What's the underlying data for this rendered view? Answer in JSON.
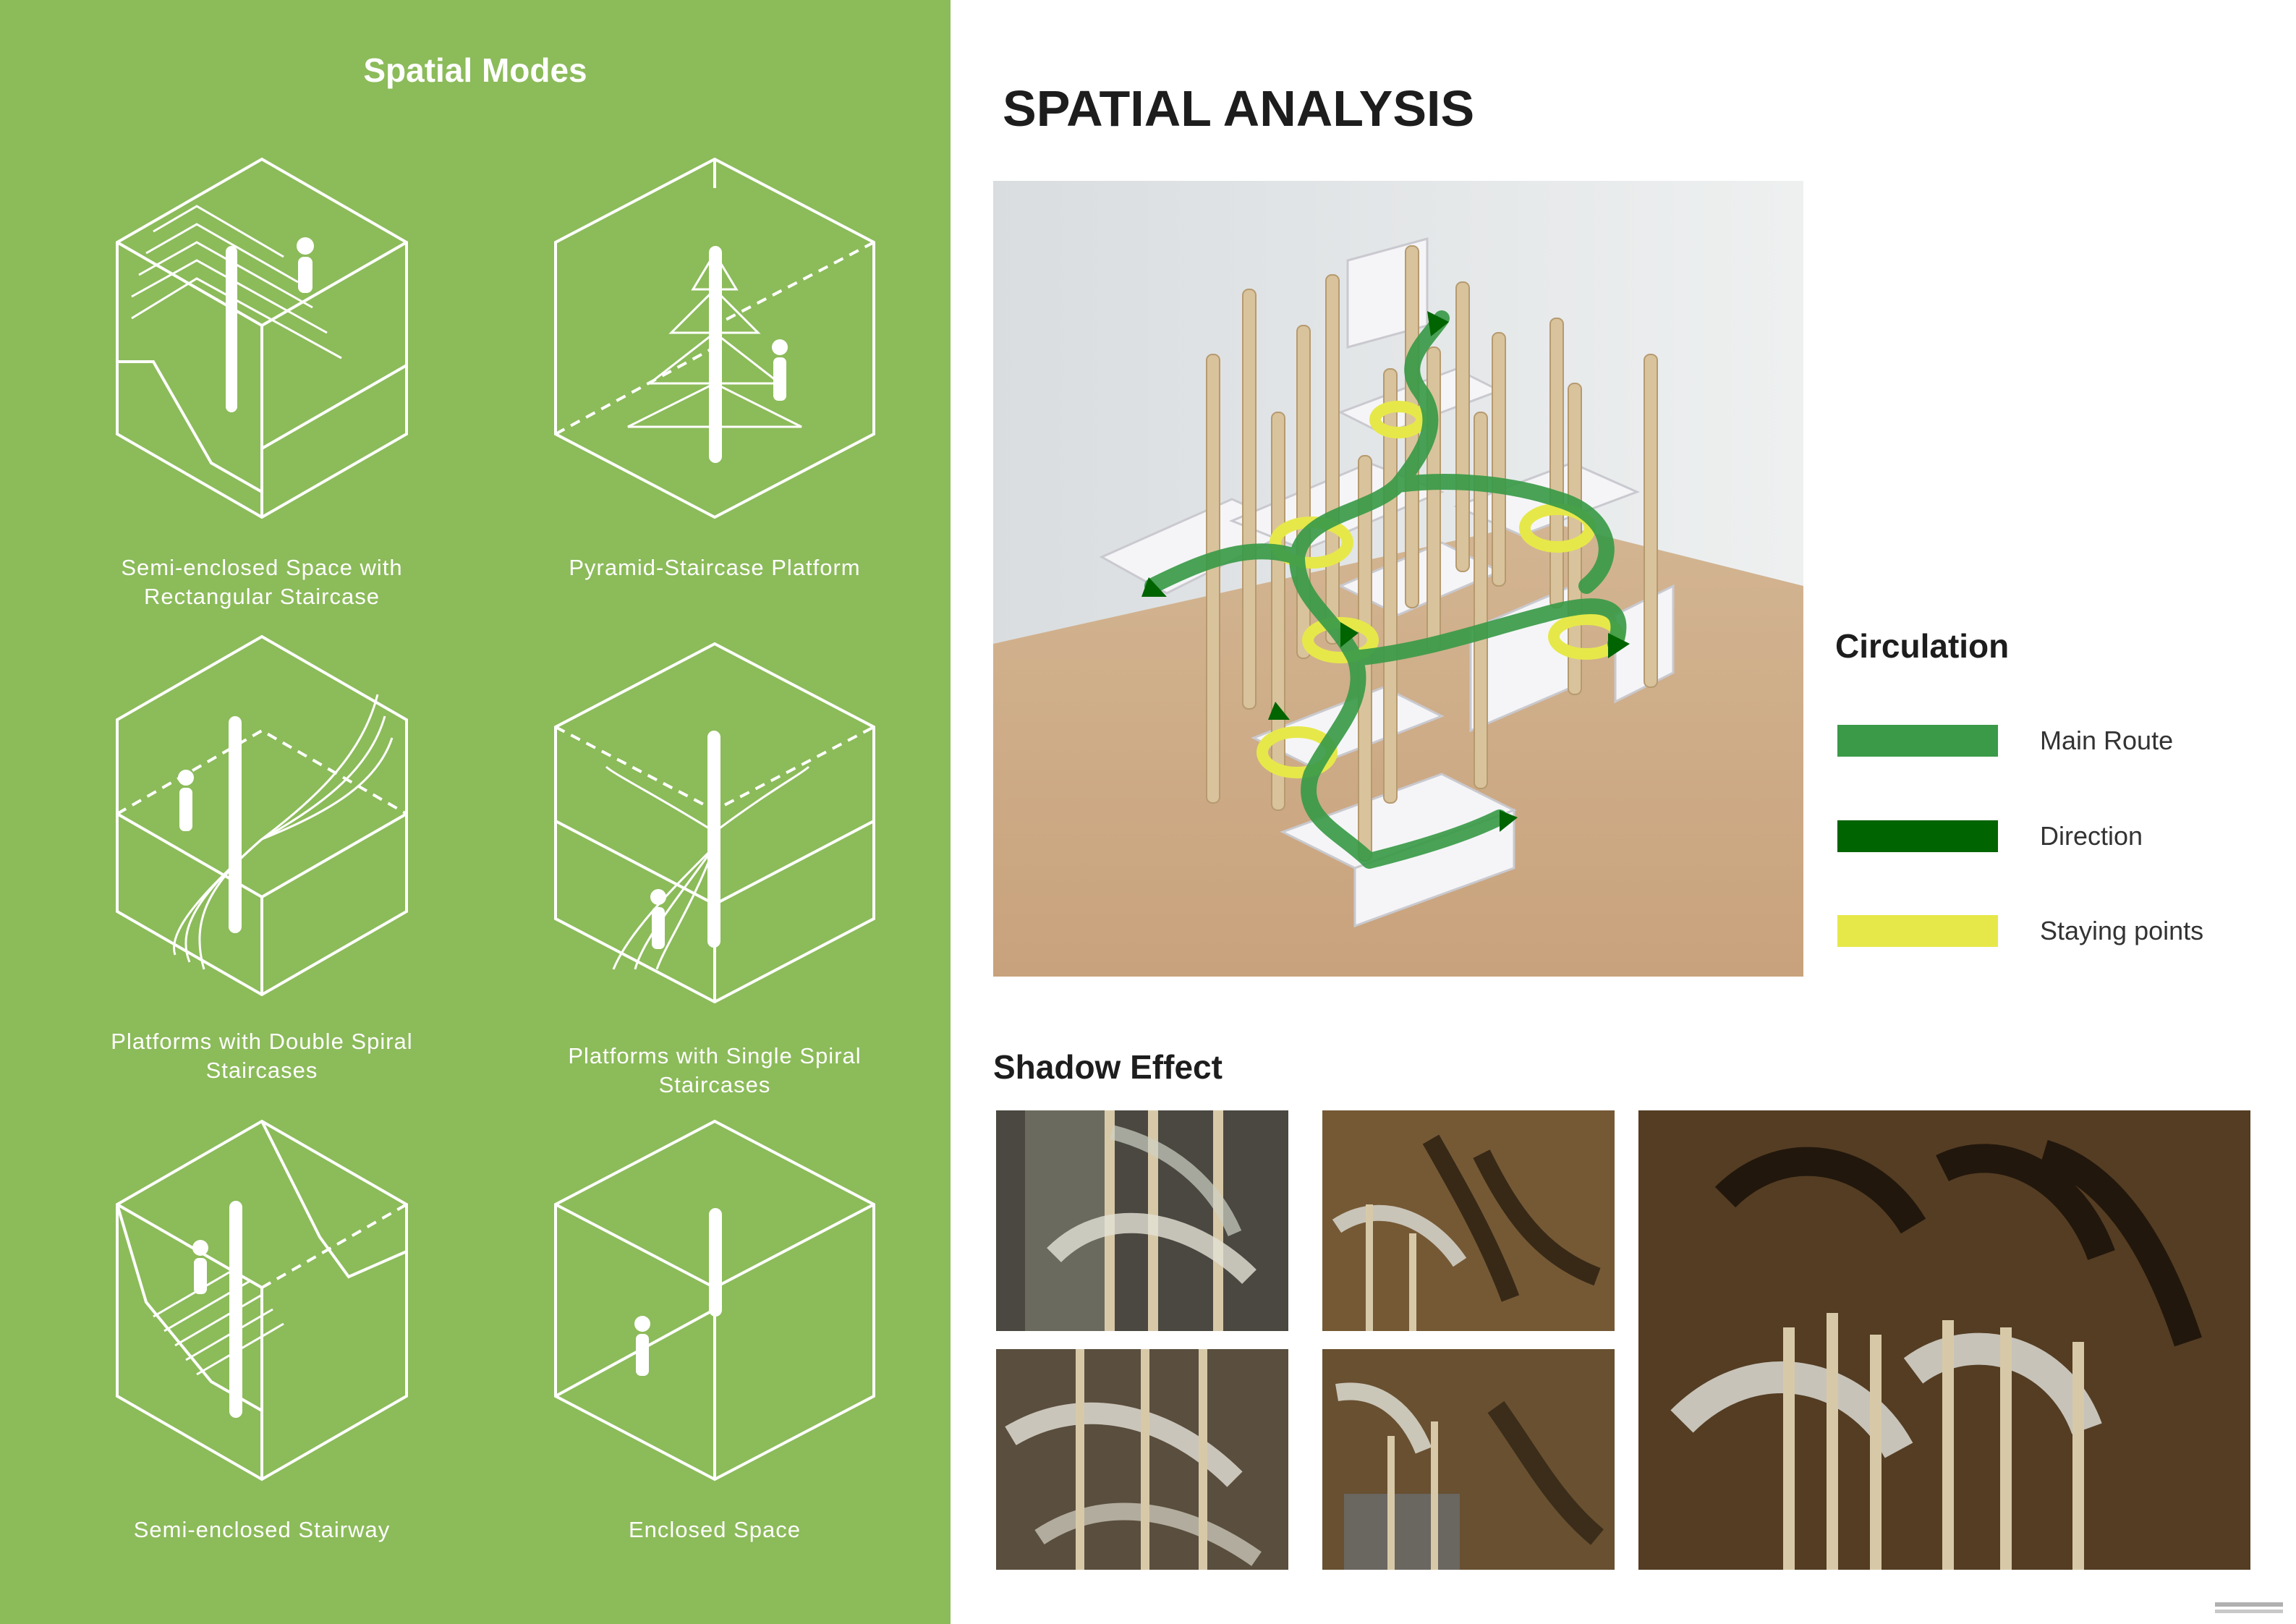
{
  "left_panel": {
    "title": "Spatial Modes",
    "modes": [
      {
        "caption_line1": "Semi-enclosed Space with",
        "caption_line2": "Rectangular Staircase",
        "icon": "rectangular-staircase-cube-icon"
      },
      {
        "caption_line1": "Pyramid-Staircase Platform",
        "caption_line2": "",
        "icon": "pyramid-staircase-cube-icon"
      },
      {
        "caption_line1": "Platforms with Double Spiral",
        "caption_line2": "Staircases",
        "icon": "double-spiral-cube-icon"
      },
      {
        "caption_line1": "Platforms with Single Spiral",
        "caption_line2": "Staircases",
        "icon": "single-spiral-cube-icon"
      },
      {
        "caption_line1": "Semi-enclosed Stairway",
        "caption_line2": "",
        "icon": "stairway-cube-icon"
      },
      {
        "caption_line1": "Enclosed Space",
        "caption_line2": "",
        "icon": "enclosed-cube-icon"
      }
    ]
  },
  "main_title": "SPATIAL ANALYSIS",
  "circulation": {
    "title": "Circulation",
    "legend": [
      {
        "label": "Main Route",
        "color": "#3a9a48"
      },
      {
        "label": "Direction",
        "color": "#006400"
      },
      {
        "label": "Staying points",
        "color": "#e6e84a"
      }
    ]
  },
  "shadow": {
    "title": "Shadow Effect"
  },
  "colors": {
    "panel_green": "#8cbb5a",
    "route_green": "#3a9a48",
    "direction_green": "#006400",
    "staying_yellow": "#e6e84a"
  }
}
